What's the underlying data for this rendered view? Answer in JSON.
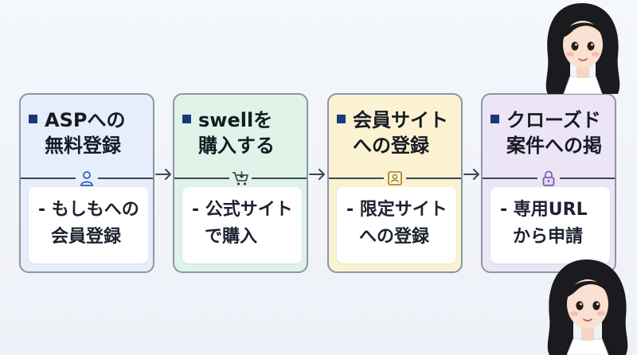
{
  "steps": [
    {
      "title_line1": "ASPへの",
      "title_line2": "無料登録",
      "icon": "user-icon",
      "desc_line1": "- もしもへの",
      "desc_line2": "会員登録"
    },
    {
      "title_line1": "swellを",
      "title_line2": "購入する",
      "icon": "cart-icon",
      "desc_line1": "- 公式サイト",
      "desc_line2": "で購入"
    },
    {
      "title_line1": "会員サイト",
      "title_line2": "への登録",
      "icon": "member-card-icon",
      "desc_line1": "- 限定サイト",
      "desc_line2": "への登録"
    },
    {
      "title_line1": "クローズド",
      "title_line2": "案件への掲",
      "icon": "lock-icon",
      "desc_line1": "- 専用URL",
      "desc_line2": "から申請"
    }
  ],
  "colors": {
    "step1_bg": "#e7eefb",
    "step2_bg": "#dff3e8",
    "step3_bg": "#fbf2d2",
    "step4_bg": "#ebe5f6",
    "bullet": "#173a7a",
    "border": "#8c96a6"
  }
}
